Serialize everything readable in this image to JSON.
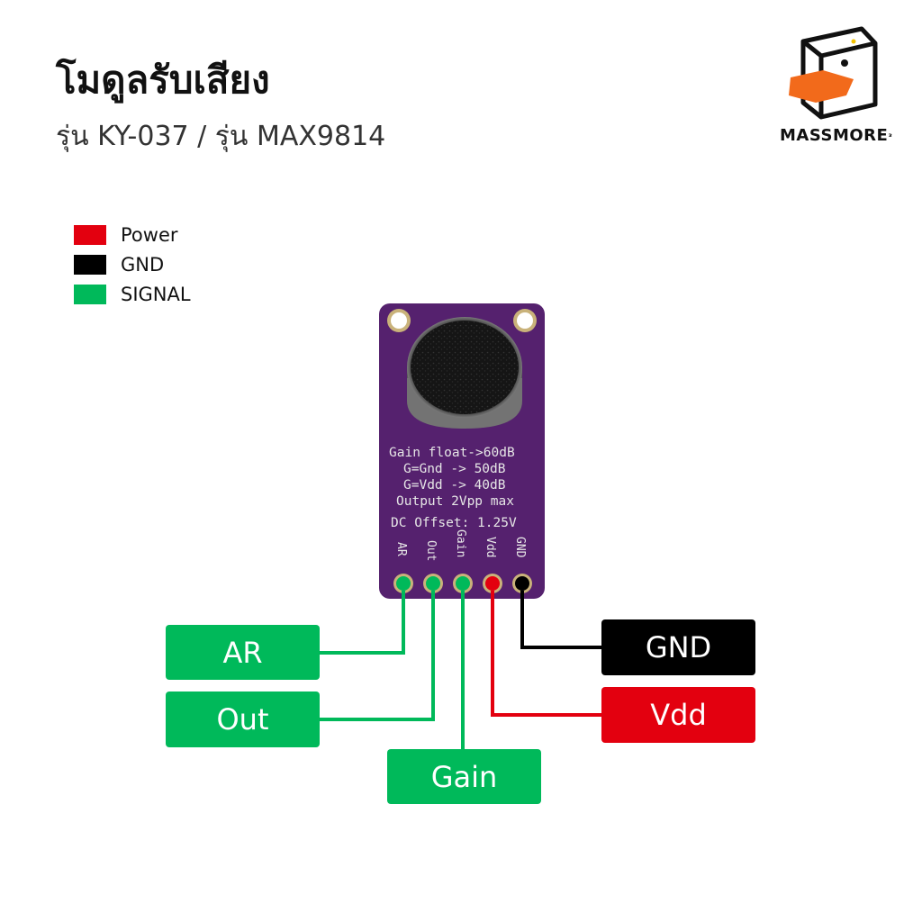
{
  "header": {
    "title": "โมดูลรับเสียง",
    "subtitle": "รุ่น KY-037 / รุ่น MAX9814"
  },
  "brand": {
    "name": "MASSMORE",
    "name_mark": "ᵌ"
  },
  "colors": {
    "power": "#e3000f",
    "gnd": "#000000",
    "signal": "#00b95a",
    "pcb": "#55216e"
  },
  "legend": {
    "power": "Power",
    "gnd": "GND",
    "signal": "SIGNAL"
  },
  "board": {
    "silkscreen": {
      "line1": "Gain float->60dB",
      "line2": "G=Gnd -> 50dB",
      "line3": "G=Vdd -> 40dB",
      "line4": "Output 2Vpp max",
      "line5": "DC Offset: 1.25V"
    },
    "pin_labels": {
      "ar": "AR",
      "out": "Out",
      "gain": "Gain",
      "vdd": "Vdd",
      "gnd": "GND"
    }
  },
  "pins": {
    "ar": "AR",
    "out": "Out",
    "gain": "Gain",
    "gnd": "GND",
    "vdd": "Vdd"
  }
}
